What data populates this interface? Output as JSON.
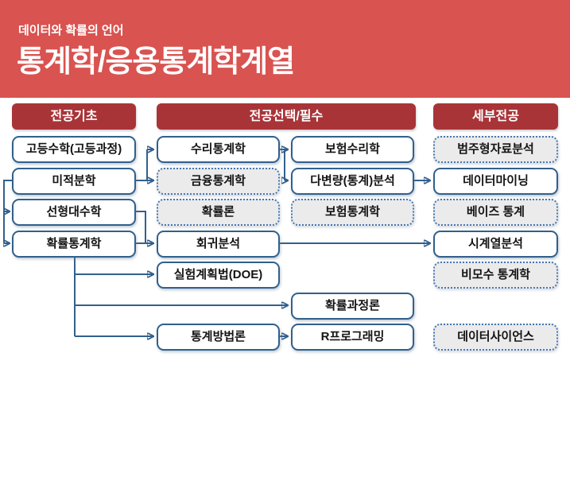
{
  "header": {
    "subtitle": "데이터와 확률의 언어",
    "title": "통계학/응용통계학계열"
  },
  "columns": [
    {
      "label": "전공기초"
    },
    {
      "label": "전공선택/필수"
    },
    {
      "label": "세부전공"
    }
  ],
  "courses": {
    "basics": [
      {
        "label": "고등수학(고등과정)",
        "type": "required"
      },
      {
        "label": "미적분학",
        "type": "required"
      },
      {
        "label": "선형대수학",
        "type": "required"
      },
      {
        "label": "확률통계학",
        "type": "required"
      }
    ],
    "electives_left": [
      {
        "label": "수리통계학",
        "type": "required"
      },
      {
        "label": "금융통계학",
        "type": "optional"
      },
      {
        "label": "확률론",
        "type": "optional"
      },
      {
        "label": "회귀분석",
        "type": "required"
      },
      {
        "label": "실험계획법(DOE)",
        "type": "required"
      },
      {
        "label": "통계방법론",
        "type": "required"
      }
    ],
    "electives_right": [
      {
        "label": "보험수리학",
        "type": "required"
      },
      {
        "label": "다변량(통계)분석",
        "type": "required"
      },
      {
        "label": "보험통계학",
        "type": "optional"
      },
      {
        "label": "확률과정론",
        "type": "required"
      },
      {
        "label": "R프로그래밍",
        "type": "required"
      }
    ],
    "details": [
      {
        "label": "범주형자료분석",
        "type": "optional"
      },
      {
        "label": "데이터마이닝",
        "type": "required"
      },
      {
        "label": "베이즈 통계",
        "type": "optional"
      },
      {
        "label": "시계열분석",
        "type": "required"
      },
      {
        "label": "비모수 통계학",
        "type": "optional"
      },
      {
        "label": "데이터사이언스",
        "type": "optional"
      }
    ]
  },
  "colors": {
    "banner_bg": "#D95350",
    "column_header_bg": "#A93438",
    "solid_border": "#31608C",
    "dashed_border": "#4576B5",
    "dashed_bg": "#EBEBEB",
    "arrow": "#33608D"
  }
}
